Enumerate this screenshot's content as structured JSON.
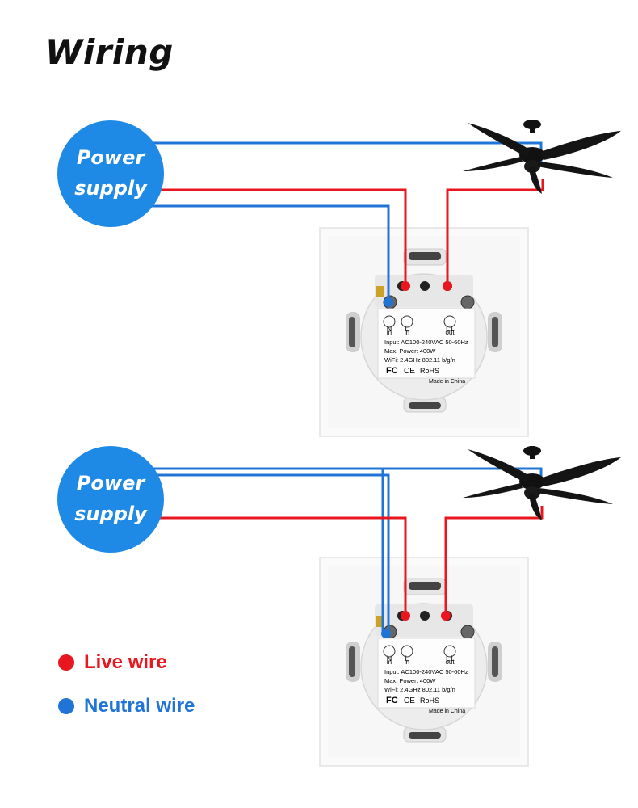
{
  "title": "Wiring",
  "colors": {
    "live": "#e8171f",
    "neutral": "#1f74d6",
    "supply": "#1f8ae6"
  },
  "diagrams": [
    {
      "supply_line1": "Power",
      "supply_line2": "supply",
      "terminals": {
        "n": "N",
        "n_sub": "in",
        "l": "L",
        "l_sub": "in",
        "l1": "L1",
        "l1_sub": "out"
      },
      "spec1": "Input: AC100-240VAC 50-60Hz",
      "spec2": "Max. Power: 400W",
      "spec3": "WiFi: 2.4GHz 802.11 b/g/n",
      "fc": "FC",
      "ce": "CE",
      "rohs": "RoHS",
      "made": "Made in China"
    },
    {
      "supply_line1": "Power",
      "supply_line2": "supply",
      "terminals": {
        "n": "N",
        "n_sub": "in",
        "l": "L",
        "l_sub": "in",
        "l1": "L1",
        "l1_sub": "out"
      },
      "spec1": "Input: AC100-240VAC 50-60Hz",
      "spec2": "Max. Power: 400W",
      "spec3": "WiFi: 2.4GHz 802.11 b/g/n",
      "fc": "FC",
      "ce": "CE",
      "rohs": "RoHS",
      "made": "Made in China"
    }
  ],
  "legend": {
    "live": "Live wire",
    "neutral": "Neutral wire"
  }
}
